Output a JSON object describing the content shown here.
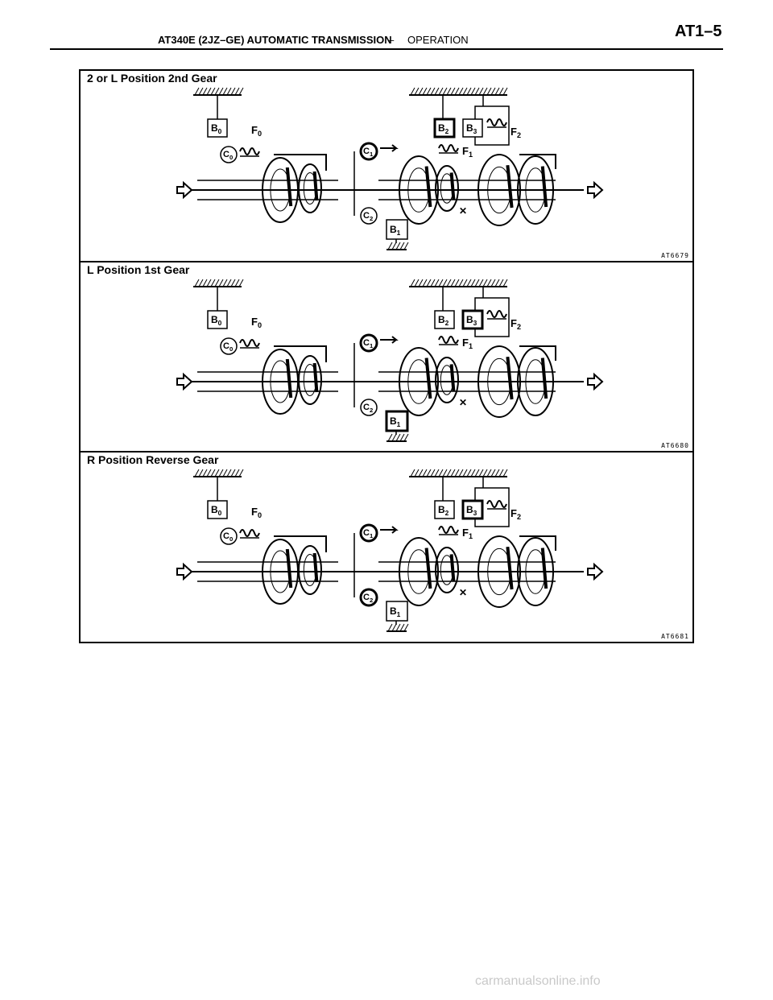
{
  "header": {
    "title": "AT340E (2JZ–GE) AUTOMATIC TRANSMISSION",
    "separator": "–",
    "section": "OPERATION",
    "page": "AT1–5"
  },
  "panels": [
    {
      "title": "2 or L Position 2nd Gear",
      "code": "AT6679",
      "labels": {
        "b0": "B0",
        "f0": "F0",
        "c0": "C0",
        "c1": "C1",
        "c2": "C2",
        "b1": "B1",
        "b2": "B2",
        "b3": "B3",
        "f1": "F1",
        "f2": "F2"
      }
    },
    {
      "title": "L Position 1st Gear",
      "code": "AT6680",
      "labels": {
        "b0": "B0",
        "f0": "F0",
        "c0": "C0",
        "c1": "C1",
        "c2": "C2",
        "b1": "B1",
        "b2": "B2",
        "b3": "B3",
        "f1": "F1",
        "f2": "F2"
      }
    },
    {
      "title": "R Position Reverse Gear",
      "code": "AT6681",
      "labels": {
        "b0": "B0",
        "f0": "F0",
        "c0": "C0",
        "c1": "C1",
        "c2": "C2",
        "b1": "B1",
        "b2": "B2",
        "b3": "B3",
        "f1": "F1",
        "f2": "F2"
      }
    }
  ],
  "watermark": "carmanualsonline.info"
}
